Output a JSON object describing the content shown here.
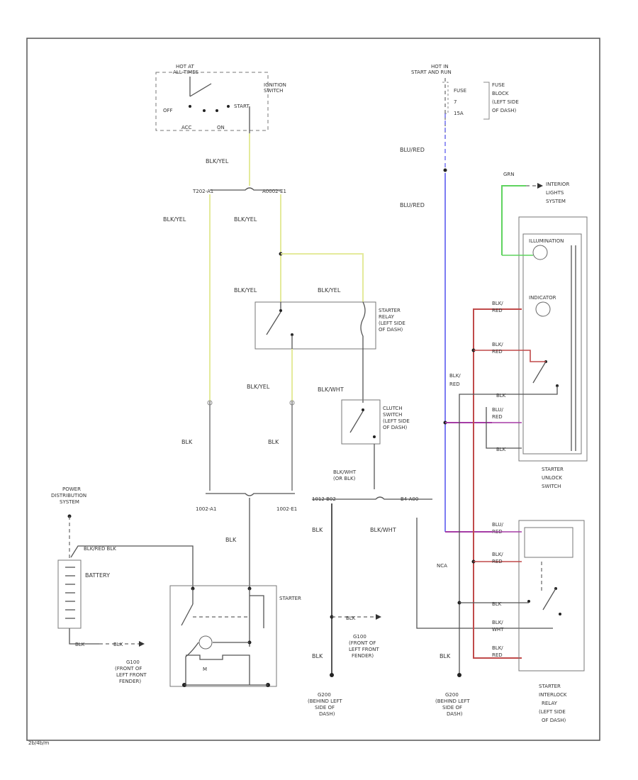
{
  "diagram_id": "2b/4b/m",
  "labels": {
    "hot_at_all_times": [
      "HOT AT",
      "ALL TIMES"
    ],
    "ignition_switch": [
      "IGNITION",
      "SWITCH"
    ],
    "ign_positions": {
      "off": "OFF",
      "start": "START",
      "acc": "ACC",
      "on": "ON"
    },
    "hot_in_start": [
      "HOT IN",
      "START AND RUN"
    ],
    "fuse": "FUSE",
    "fuse_number": "7",
    "fuse_amp": "15A",
    "fuse_block": [
      "FUSE",
      "BLOCK",
      "(LEFT SIDE",
      "OF DASH)"
    ],
    "connector_top_left": "T202-A1",
    "connector_top_right": "A0002-E1",
    "starter_relay": [
      "STARTER",
      "RELAY",
      "(LEFT SIDE",
      "OF DASH)"
    ],
    "clutch_switch": [
      "CLUTCH",
      "SWITCH",
      "(LEFT SIDE",
      "OF DASH)"
    ],
    "interior_lights": [
      "INTERIOR",
      "LIGHTS",
      "SYSTEM"
    ],
    "illumination": "ILLUMINATION",
    "indicator": "INDICATOR",
    "starter_unlock_switch": [
      "STARTER",
      "UNLOCK",
      "SWITCH"
    ],
    "power_distribution": [
      "POWER",
      "DISTRIBUTION",
      "SYSTEM"
    ],
    "battery": "BATTERY",
    "starter": "STARTER",
    "motor_symbol": "M",
    "conn_a1": "1002-A1",
    "conn_e1": "1002-E1",
    "conn_c1": "1012-B02",
    "conn_c2": "B4-A00",
    "g100": [
      "G100",
      "(FRONT OF",
      "LEFT FRONT",
      "FENDER)"
    ],
    "g100_right": [
      "G100",
      "(FRONT OF",
      "LEFT FRONT",
      "FENDER)"
    ],
    "g200_mid": [
      "G200",
      "(BEHIND LEFT",
      "SIDE OF",
      "DASH)"
    ],
    "g200_right": [
      "G200",
      "(BEHIND LEFT",
      "SIDE OF",
      "DASH)"
    ],
    "starter_interlock": [
      "STARTER",
      "INTERLOCK",
      "RELAY",
      "(LEFT SIDE",
      "OF DASH)"
    ],
    "nca": "NCA"
  },
  "wire_colors": {
    "blk_yel": "BLK/YEL",
    "blk": "BLK",
    "blu_red": "BLU/RED",
    "grn": "GRN",
    "blk_red": "BLK/RED",
    "blk_wht": "BLK/WHT",
    "blk_wht_or_blk": [
      "BLK/WHT",
      "(OR BLK)"
    ],
    "blk_red_short": [
      "BLK/",
      "RED"
    ],
    "blu_red_short": [
      "BLU/",
      "RED"
    ],
    "blk_wht_short": [
      "BLK/",
      "WHT"
    ],
    "big_blk": "BLK/RED BLK"
  },
  "colors": {
    "line": "#555555",
    "yellow": "#e4ea9b",
    "blue": "#7c7cf2",
    "green": "#5fd35f",
    "red": "#c04a4a",
    "purple": "#a53ca5",
    "gray": "#9a9a9a"
  }
}
